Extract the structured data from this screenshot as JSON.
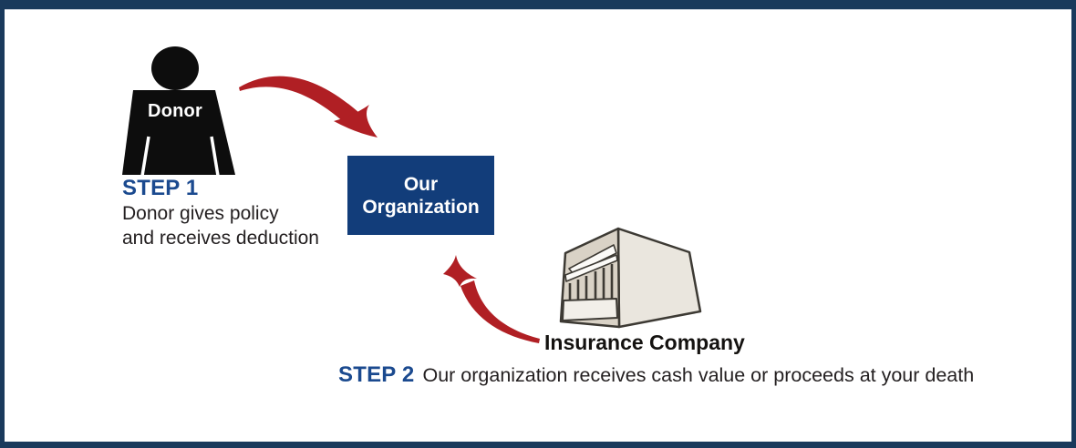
{
  "frame": {
    "background": "#ffffff",
    "border_color": "#1a3a5c"
  },
  "donor": {
    "label": "Donor"
  },
  "step1": {
    "title": "STEP 1",
    "description": "Donor gives policy\nand receives deduction"
  },
  "organization": {
    "label": "Our\nOrganization",
    "box_color": "#123d7a"
  },
  "insurance": {
    "label": "Insurance Company"
  },
  "step2": {
    "title": "STEP 2",
    "description": "Our organization receives cash value or proceeds at your death"
  },
  "colors": {
    "arrow_red": "#b01f24",
    "step_label_blue": "#1b4a8f",
    "silhouette_black": "#0d0d0d",
    "building_front": "#d9d2c6",
    "building_side": "#eae6de",
    "building_panel": "#f2efe9",
    "building_roof": "#fbfaf7",
    "building_outline": "#3d3a34"
  }
}
